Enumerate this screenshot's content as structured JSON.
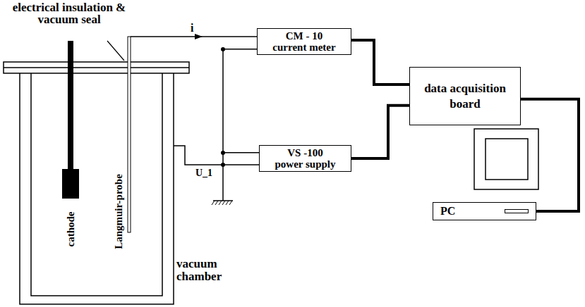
{
  "diagram": {
    "nodes": [
      {
        "text": [
          "CM - 10",
          "current meter"
        ]
      },
      {
        "text": [
          "VS -100",
          "power supply"
        ]
      },
      {
        "text": [
          "data acquisition board"
        ]
      },
      {
        "text": [
          "PC"
        ]
      }
    ],
    "edges": [
      {
        "from": 0,
        "to": 1,
        "arrow": "none"
      },
      {
        "from": 0,
        "to": 2,
        "arrow": "none"
      },
      {
        "from": 1,
        "to": 2,
        "arrow": "none"
      },
      {
        "from": 2,
        "to": 3,
        "arrow": "none"
      }
    ],
    "labels": [
      "electrical insulation & vacuum seal",
      "cathode",
      "Langmuir-probe",
      "vacuum chamber",
      "i",
      "U_1"
    ]
  }
}
